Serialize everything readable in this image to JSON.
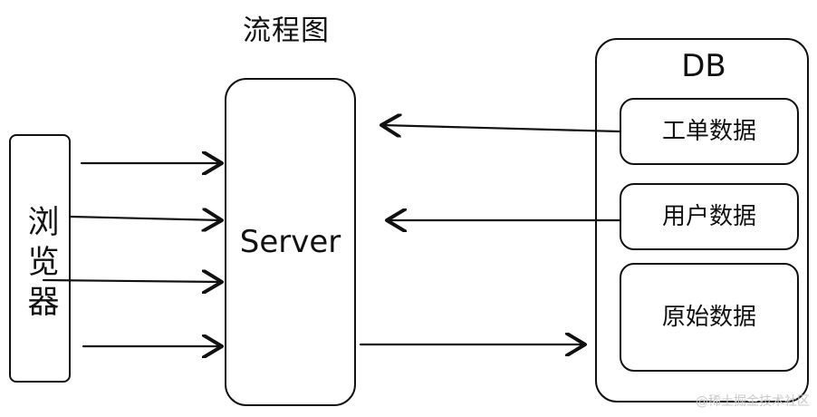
{
  "title": "流程图",
  "browser": {
    "label": "浏览器"
  },
  "server": {
    "label": "Server"
  },
  "db": {
    "label": "DB",
    "items": [
      {
        "label": "工单数据"
      },
      {
        "label": "用户数据"
      },
      {
        "label": "原始数据"
      }
    ]
  },
  "watermark": "@稀土掘金技术社区",
  "colors": {
    "line": "#111111",
    "watermark": "#c9c9c9"
  }
}
